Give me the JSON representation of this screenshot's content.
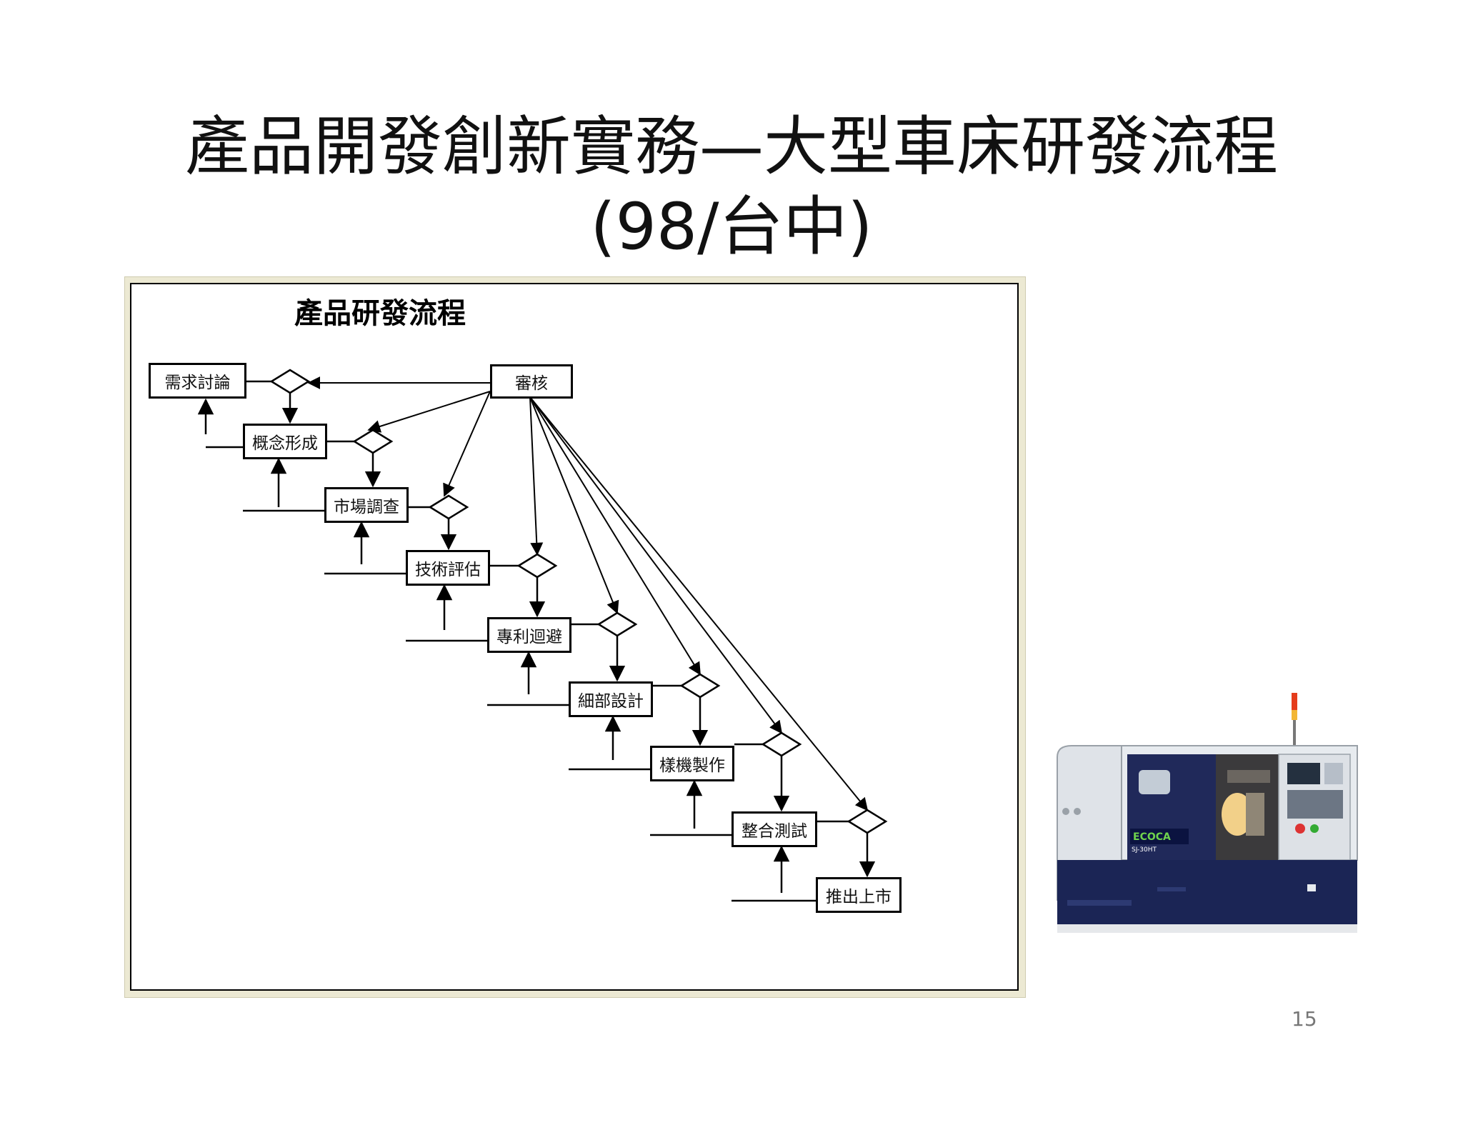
{
  "slide": {
    "title_line1": "產品開發創新實務—大型車床研發流程",
    "title_line2": "(98/台中)",
    "page_number": "15"
  },
  "diagram": {
    "title": "產品研發流程",
    "review_node": "審核",
    "steps": [
      "需求討論",
      "概念形成",
      "市場調查",
      "技術評估",
      "專利迴避",
      "細部設計",
      "樣機製作",
      "整合測試",
      "推出上市"
    ]
  },
  "photo": {
    "brand": "ECOCA",
    "model": "SJ-30HT"
  }
}
